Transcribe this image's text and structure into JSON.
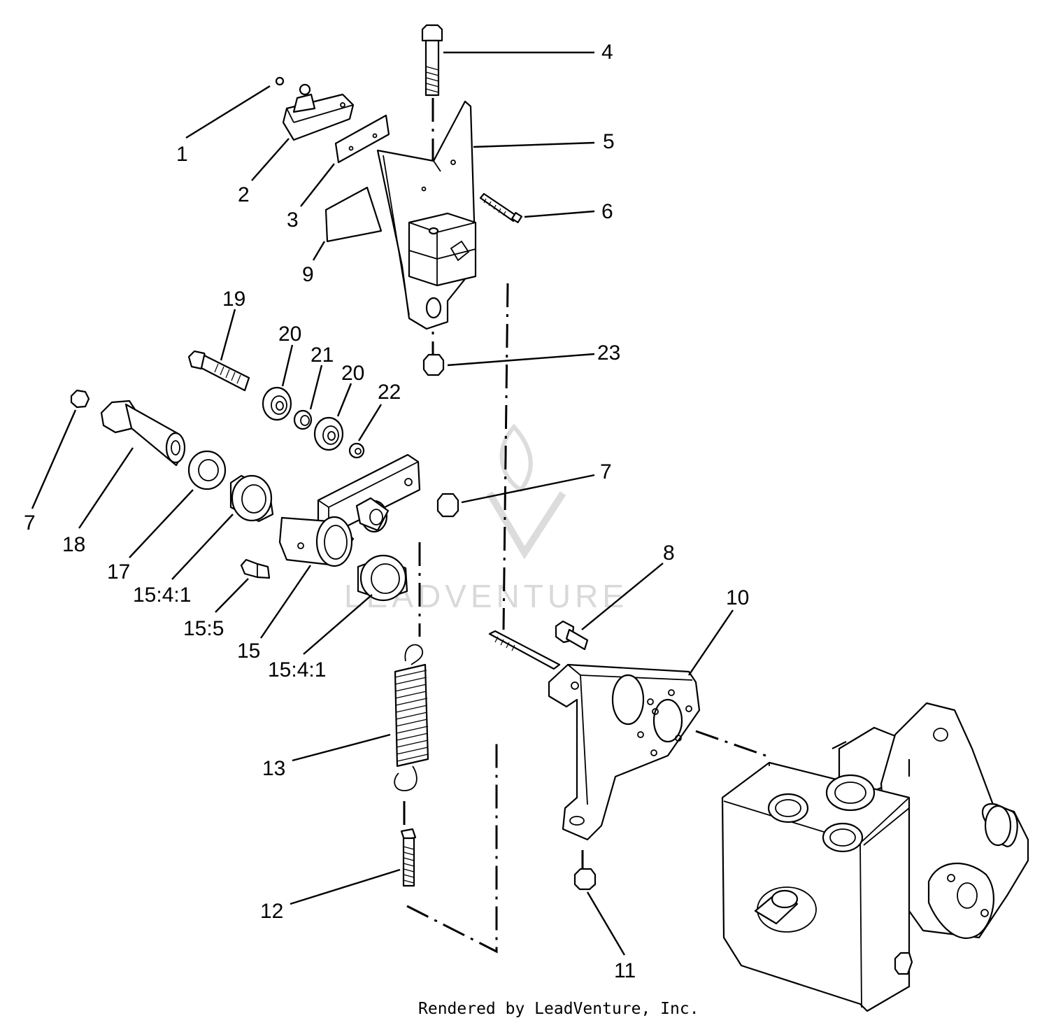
{
  "labels": [
    {
      "key": "p1",
      "text": "1"
    },
    {
      "key": "p2",
      "text": "2"
    },
    {
      "key": "p3",
      "text": "3"
    },
    {
      "key": "p4",
      "text": "4"
    },
    {
      "key": "p5",
      "text": "5"
    },
    {
      "key": "p6",
      "text": "6"
    },
    {
      "key": "p9",
      "text": "9"
    },
    {
      "key": "p19",
      "text": "19"
    },
    {
      "key": "p20a",
      "text": "20"
    },
    {
      "key": "p21",
      "text": "21"
    },
    {
      "key": "p20b",
      "text": "20"
    },
    {
      "key": "p22",
      "text": "22"
    },
    {
      "key": "p23",
      "text": "23"
    },
    {
      "key": "p7a",
      "text": "7"
    },
    {
      "key": "p18",
      "text": "18"
    },
    {
      "key": "p17",
      "text": "17"
    },
    {
      "key": "p15_4_1a",
      "text": "15:4:1"
    },
    {
      "key": "p15_5",
      "text": "15:5"
    },
    {
      "key": "p15",
      "text": "15"
    },
    {
      "key": "p15_4_1b",
      "text": "15:4:1"
    },
    {
      "key": "p7b",
      "text": "7"
    },
    {
      "key": "p8",
      "text": "8"
    },
    {
      "key": "p10",
      "text": "10"
    },
    {
      "key": "p13",
      "text": "13"
    },
    {
      "key": "p12",
      "text": "12"
    },
    {
      "key": "p11",
      "text": "11"
    }
  ],
  "watermark": "LEADVENTURE",
  "footer": "Rendered by LeadVenture, Inc."
}
